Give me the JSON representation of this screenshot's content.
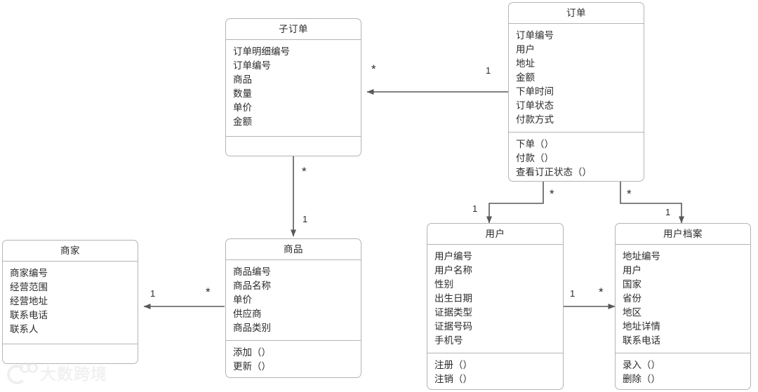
{
  "diagram": {
    "type": "uml-class-diagram",
    "stroke_color": "#b4b4b4",
    "line_color": "#595959",
    "text_color": "#2b2b2b",
    "background": "#ffffff",
    "classes": [
      {
        "id": "sub-order",
        "name": "子订单",
        "attributes": [
          "订单明细编号",
          "订单编号",
          "商品",
          "数量",
          "单价",
          "金额"
        ],
        "operations": []
      },
      {
        "id": "order",
        "name": "订单",
        "attributes": [
          "订单编号",
          "用户",
          "地址",
          "金额",
          "下单时间",
          "订单状态",
          "付款方式"
        ],
        "operations": [
          "下单（）",
          "付款（）",
          "查看订正状态（）"
        ]
      },
      {
        "id": "merchant",
        "name": "商家",
        "attributes": [
          "商家编号",
          "经营范围",
          "经营地址",
          "联系电话",
          "联系人"
        ],
        "operations": []
      },
      {
        "id": "product",
        "name": "商品",
        "attributes": [
          "商品编号",
          "商品名称",
          "单价",
          "供应商",
          "商品类别"
        ],
        "operations": [
          "添加（）",
          "更新（）"
        ]
      },
      {
        "id": "user",
        "name": "用户",
        "attributes": [
          "用户编号",
          "用户名称",
          "性别",
          "出生日期",
          "证据类型",
          "证据号码",
          "手机号"
        ],
        "operations": [
          "注册（）",
          "注销（）"
        ]
      },
      {
        "id": "user-profile",
        "name": "用户档案",
        "attributes": [
          "地址编号",
          "用户",
          "国家",
          "省份",
          "地区",
          "地址详情",
          "联系电话"
        ],
        "operations": [
          "录入（）",
          "删除（）"
        ]
      }
    ],
    "relations": [
      {
        "id": "order-to-sub-order",
        "from": "order",
        "to": "sub-order",
        "from_multiplicity": "1",
        "to_multiplicity": "*"
      },
      {
        "id": "sub-order-to-product",
        "from": "sub-order",
        "to": "product",
        "from_multiplicity": "*",
        "to_multiplicity": "1"
      },
      {
        "id": "product-to-merchant",
        "from": "product",
        "to": "merchant",
        "from_multiplicity": "*",
        "to_multiplicity": "1"
      },
      {
        "id": "order-to-user",
        "from": "order",
        "to": "user",
        "from_multiplicity": "*",
        "to_multiplicity": "1"
      },
      {
        "id": "order-to-user-profile",
        "from": "order",
        "to": "user-profile",
        "from_multiplicity": "*",
        "to_multiplicity": "1"
      },
      {
        "id": "user-to-user-profile",
        "from": "user",
        "to": "user-profile",
        "from_multiplicity": "1",
        "to_multiplicity": "*"
      }
    ],
    "multiplicity_labels": {
      "order_sub_order_star": "*",
      "order_sub_order_one": "1",
      "sub_order_product_star": "*",
      "sub_order_product_one": "1",
      "product_merchant_star": "*",
      "product_merchant_one": "1",
      "order_user_star": "*",
      "order_user_one": "1",
      "order_profile_star": "*",
      "order_profile_one": "1",
      "user_profile_one": "1",
      "user_profile_star": "*"
    }
  },
  "watermark": {
    "text": "大数跨境",
    "icon": "circle-dots-logo"
  }
}
